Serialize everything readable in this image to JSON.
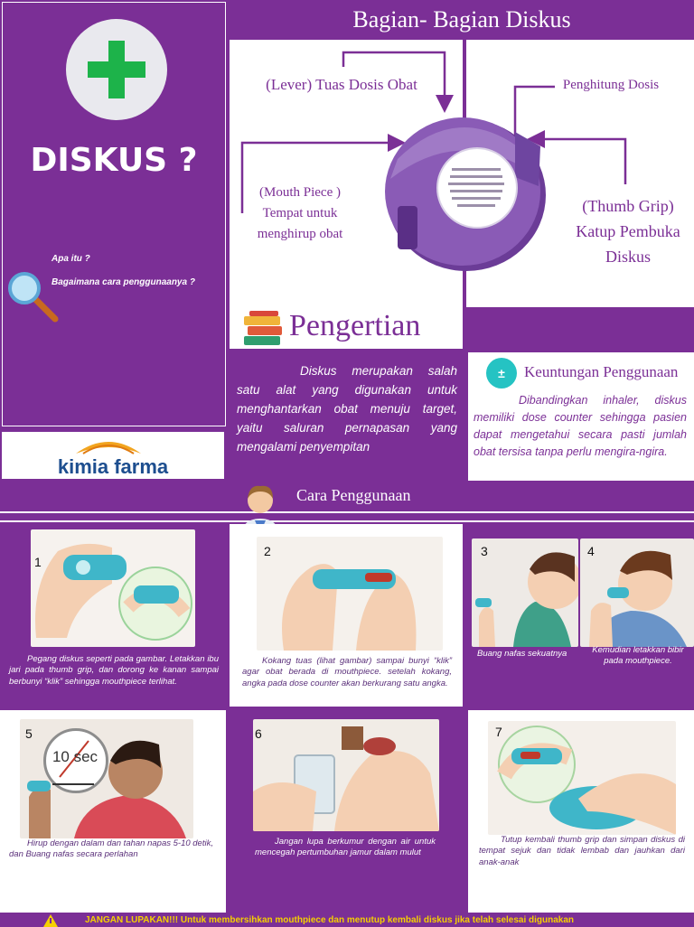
{
  "header": {
    "title": "Bagian- Bagian Diskus"
  },
  "left": {
    "title": "DISKUS ?",
    "question1": "Apa itu ?",
    "question2": "Bagaimana cara penggunaanya ?",
    "brand": "kimia farma"
  },
  "parts": {
    "lever": "(Lever) Tuas Dosis Obat",
    "counter": "Penghitung Dosis",
    "mouth_l1": "(Mouth Piece )",
    "mouth_l2": "Tempat untuk",
    "mouth_l3": "menghirup obat",
    "grip_l1": "(Thumb Grip)",
    "grip_l2": "Katup Pembuka",
    "grip_l3": "Diskus"
  },
  "pengertian": {
    "title": "Pengertian",
    "body": "Diskus merupakan salah satu alat yang digunakan untuk menghantarkan obat menuju target, yaitu saluran pernapasan yang mengalami penyempitan"
  },
  "keuntungan": {
    "title": "Keuntungan Penggunaan",
    "body": "Dibandingkan inhaler, diskus memiliki dose counter sehingga pasien dapat mengetahui secara pasti jumlah obat tersisa tanpa perlu mengira-ngira."
  },
  "cara": {
    "title": "Cara Penggunaan"
  },
  "steps": [
    {
      "num": "1",
      "text": "Pegang diskus seperti pada gambar. Letakkan ibu jari pada thumb grip, dan dorong ke kanan sampai berbunyi “klik” sehingga mouthpiece terlihat."
    },
    {
      "num": "2",
      "text": "Kokang tuas (lihat gambar) sampai bunyi “klik” agar obat berada di mouthpiece. setelah kokang, angka pada dose counter akan berkurang satu angka."
    },
    {
      "num": "3",
      "text": "Buang nafas sekuatnya"
    },
    {
      "num": "4",
      "text": "Kemudian letakkan bibir pada mouthpiece."
    },
    {
      "num": "5",
      "text": "Hirup dengan dalam dan tahan napas 5-10 detik, dan Buang nafas secara perlahan",
      "timer": "10 sec"
    },
    {
      "num": "6",
      "text": "Jangan lupa berkumur dengan air untuk mencegah pertumbuhan jamur dalam mulut"
    },
    {
      "num": "7",
      "text": "Tutup kembali thumb grip dan simpan diskus di tempat sejuk dan tidak lembab dan jauhkan dari anak-anak"
    }
  ],
  "footer": {
    "warning": "JANGAN LUPAKAN!!! Untuk membersihkan mouthpiece dan menutup kembali diskus jika telah selesai digunakan"
  },
  "colors": {
    "purple": "#7b2f96",
    "white": "#ffffff",
    "green": "#1db34a",
    "yellow": "#f5d000"
  }
}
